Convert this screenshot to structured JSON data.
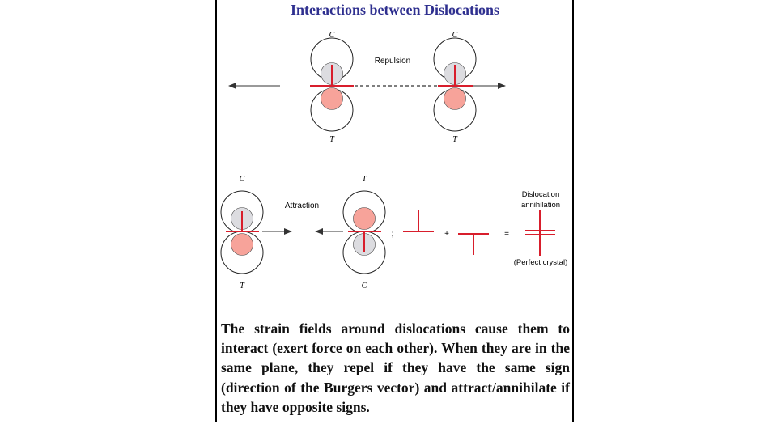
{
  "title": "Interactions between Dislocations",
  "labels": {
    "compression": "C",
    "tension": "T",
    "repulsion": "Repulsion",
    "attraction": "Attraction",
    "semicolon": ";",
    "plus": "+",
    "equals": "=",
    "annihilation_line1": "Dislocation",
    "annihilation_line2": "annihilation",
    "perfect_crystal": "(Perfect crystal)"
  },
  "caption": "The strain fields around dislocations cause them to interact (exert force on each other). When they are in the same plane, they repel if they have the same sign (direction of the Burgers vector) and attract/annihilate if they have opposite signs.",
  "colors": {
    "title": "#2e2f8f",
    "dislocation_line": "#d81e2c",
    "compression_fill": "#dcdce0",
    "tension_fill": "#f7a39a"
  }
}
